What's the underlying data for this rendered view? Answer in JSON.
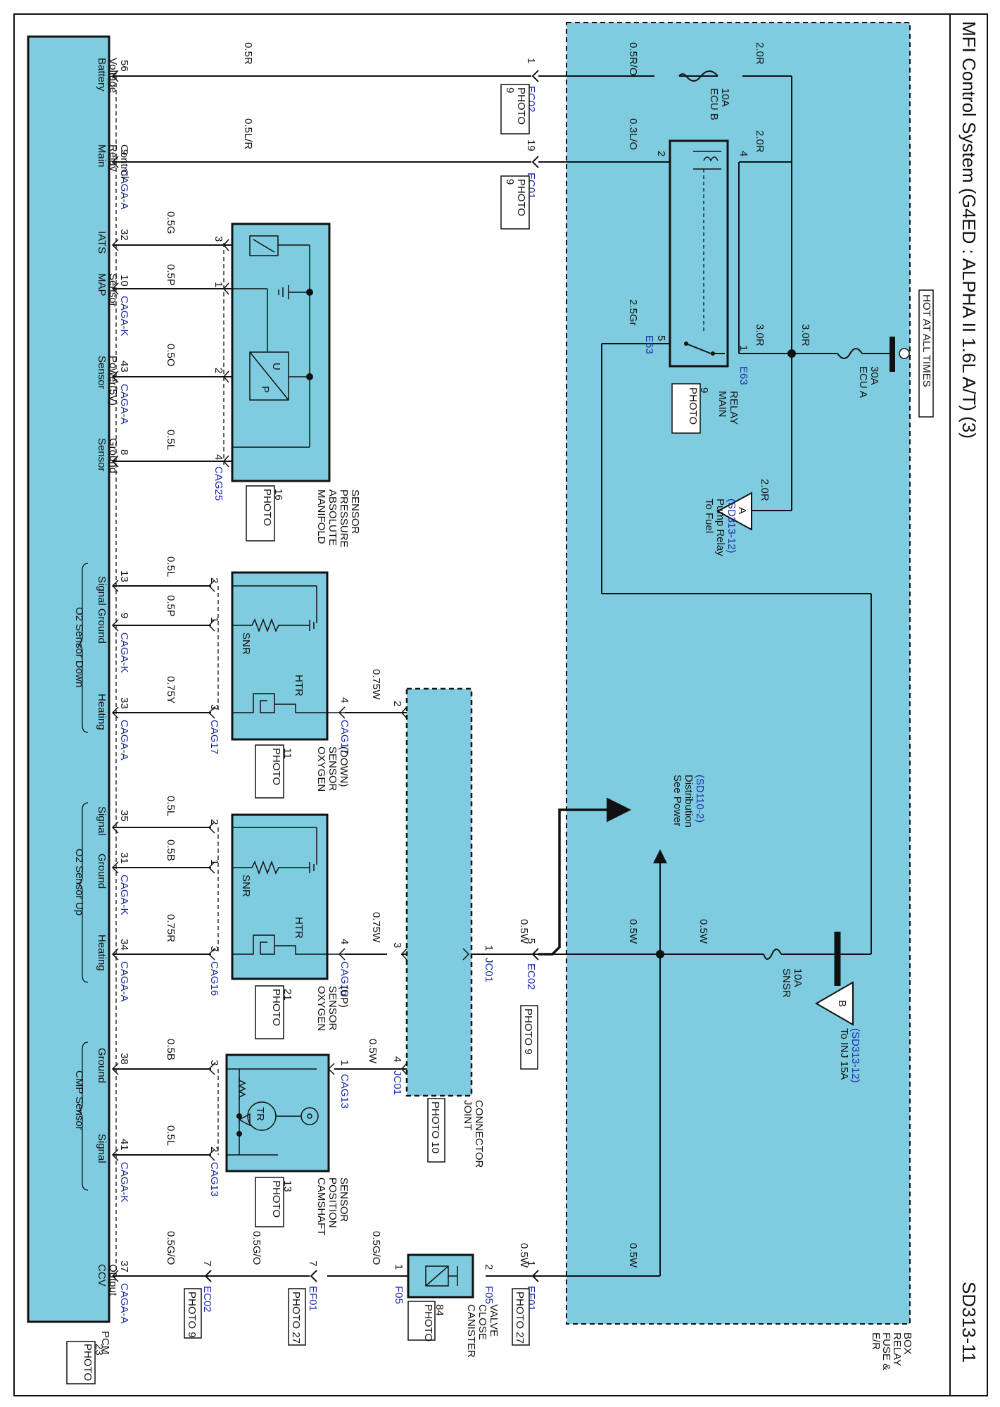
{
  "title": "MFI Control System (G4ED : ALPHA II 1.6L A/T) (3)",
  "page_id": "SD313-11",
  "hot_at_all_times": "HOT AT ALL TIMES",
  "colors": {
    "module": "#7fcce0",
    "wire": "#111111",
    "connector": "#1a2aa8"
  },
  "fuse_box": {
    "label_lines": [
      "E/R",
      "FUSE &",
      "RELAY",
      "BOX"
    ]
  },
  "fuses": {
    "ecu_a": [
      "ECU A",
      "30A"
    ],
    "ecu_b": [
      "ECU B",
      "10A"
    ],
    "snsr": [
      "SNSR",
      "10A"
    ]
  },
  "main_relay": {
    "label_lines": [
      "MAIN",
      "RELAY"
    ],
    "photo_lines": [
      "PHOTO",
      "9"
    ],
    "pins": {
      "p1": "1",
      "p2": "2",
      "p4": "4",
      "p5": "5"
    },
    "conn_top": "E63",
    "conn_bottom": "E63"
  },
  "wires": {
    "w_05ro": "0.5R/O",
    "w_20r_a": "2.0R",
    "w_20r_b": "2.0R",
    "w_20r_c": "2.0R",
    "w_03lo": "0.3L/O",
    "w_30r_a": "3.0R",
    "w_30r_b": "3.0R",
    "w_25gr": "2.5Gr",
    "w_05r": "0.5R",
    "w_05lr": "0.5L/R",
    "w_05g": "0.5G",
    "w_05p": "0.5P",
    "w_05o": "0.5O",
    "w_05l": "0.5L",
    "w_05l_o2d": "0.5L",
    "w_05p_o2d": "0.5P",
    "w_075y": "0.75Y",
    "w_075w_a": "0.75W",
    "w_05l_o2u": "0.5L",
    "w_05b_o2u": "0.5B",
    "w_075r": "0.75R",
    "w_075w_b": "0.75W",
    "w_05b_cmp": "0.5B",
    "w_05l_cmp": "0.5L",
    "w_05w_cmp": "0.5W",
    "w_05go_a": "0.5G/O",
    "w_05go_b": "0.5G/O",
    "w_05go_c": "0.5G/O",
    "w_05w_a": "0.5W",
    "w_05w_b": "0.5W",
    "w_05w_c": "0.5W",
    "w_05w_d": "0.5W",
    "w_05w_e": "0.5W"
  },
  "inline_connectors": {
    "ec02_top": {
      "pin": "1",
      "name": "EC02",
      "photo": [
        "PHOTO",
        "9"
      ]
    },
    "ec01": {
      "pin": "19",
      "name": "EC01",
      "photo": [
        "PHOTO",
        "9"
      ]
    },
    "ec02_mid": {
      "pin": "5",
      "name": "EC02",
      "photo": [
        "PHOTO 9"
      ]
    },
    "ef01_right": {
      "pin": "1",
      "name": "EF01",
      "photo": [
        "PHOTO 27"
      ]
    },
    "ef01_left": {
      "pin": "7",
      "name": "EF01",
      "photo": [
        "PHOTO 27"
      ]
    },
    "ec02_bot": {
      "pin": "7",
      "name": "EC02",
      "photo": [
        "PHOTO 9"
      ]
    }
  },
  "off_page": {
    "a": {
      "letter": "A",
      "text_lines": [
        "To Fuel",
        "Pump Relay"
      ],
      "ref": "(SD313-12)"
    },
    "b": {
      "letter": "B",
      "text_lines": [
        "To INJ 15A"
      ],
      "ref": "(SD313-12)"
    },
    "power_dist": {
      "text_lines": [
        "See Power",
        "Distribution"
      ],
      "ref": "(SD110-2)"
    }
  },
  "map_sensor": {
    "label_lines": [
      "MANIFOLD",
      "ABSOLUTE",
      "PRESSURE",
      "SENSOR"
    ],
    "photo_lines": [
      "PHOTO",
      "16"
    ],
    "conn": "CAG25",
    "pins": [
      "3",
      "1",
      "2",
      "4"
    ],
    "symbol": [
      "U",
      "P"
    ]
  },
  "o2_down": {
    "label_lines": [
      "OXYGEN",
      "SENSOR",
      "(DOWN)"
    ],
    "photo_lines": [
      "PHOTO",
      "11"
    ],
    "conn_left": "CAG17",
    "conn_right": "CAG17",
    "pins": [
      "2",
      "1",
      "3",
      "4"
    ],
    "snr": "SNR",
    "htr": "HTR"
  },
  "o2_up": {
    "label_lines": [
      "OXYGEN",
      "SENSOR",
      "(UP)"
    ],
    "photo_lines": [
      "PHOTO",
      "21"
    ],
    "conn_left": "CAG16",
    "conn_right": "CAG16",
    "pins": [
      "2",
      "1",
      "3",
      "4"
    ],
    "snr": "SNR",
    "htr": "HTR"
  },
  "cmp_sensor": {
    "label_lines": [
      "CAMSHAFT",
      "POSITION",
      "SENSOR"
    ],
    "photo_lines": [
      "PHOTO",
      "13"
    ],
    "conn_left": "CAG13",
    "conn_right": "CAG13",
    "pins": [
      "3",
      "2",
      "1"
    ],
    "tr": "TR"
  },
  "joint_connector": {
    "label_lines": [
      "JOINT",
      "CONNECTOR"
    ],
    "photo_lines": [
      "PHOTO 10"
    ],
    "conn_mid": "JC01",
    "conn_bot": "JC01",
    "pins": [
      "2",
      "3",
      "1",
      "4"
    ]
  },
  "canister": {
    "label_lines": [
      "CANISTER",
      "CLOSE",
      "VALVE"
    ],
    "photo_lines": [
      "PHOTO",
      "84"
    ],
    "conn_left": "F05",
    "conn_right": "F05",
    "pins": [
      "1",
      "2"
    ]
  },
  "pcm": {
    "label_lines": [
      "PCM"
    ],
    "photo_lines": [
      "PHOTO",
      "23"
    ],
    "pins": {
      "bat": "56",
      "relay": "9",
      "iats": "32",
      "map": "10",
      "pwr": "43",
      "gnd": "8",
      "o2d_sig": "13",
      "o2d_gnd": "9",
      "o2d_htr": "33",
      "o2u_sig": "35",
      "o2u_gnd": "31",
      "o2u_htr": "34",
      "cmp_gnd": "38",
      "cmp_sig": "41",
      "ccv": "37"
    },
    "conns": {
      "c1": "CAGA-A",
      "c2": "CAGA-K",
      "c3": "CAGA-A",
      "c4": "CAGA-K",
      "c5": "CAGA-A",
      "c6": "CAGA-K",
      "c7": "CAGA-A",
      "c8": "CAGA-K",
      "c9": "CAGA-A"
    },
    "signals": {
      "bat": [
        "Battery",
        "Voltage"
      ],
      "relay": [
        "Main",
        "Relay",
        "Control"
      ],
      "iats": [
        "IATS"
      ],
      "map": [
        "MAP",
        "Sensor"
      ],
      "pwr": [
        "Sensor",
        "Power(5V)"
      ],
      "gnd": [
        "Sensor",
        "Ground"
      ],
      "o2d_sig": "Signal Ground",
      "o2d_htr": "Heating",
      "o2d_group": "O2 Sensor Down",
      "o2u_sig": "Signal",
      "o2u_gnd": "Ground",
      "o2u_htr": "Heating",
      "o2u_group": "O2 Sensor Up",
      "cmp_gnd": "Ground",
      "cmp_sig": "Signal",
      "cmp_group": "CMP Sensor",
      "ccv": [
        "CCV",
        "Output"
      ]
    }
  }
}
